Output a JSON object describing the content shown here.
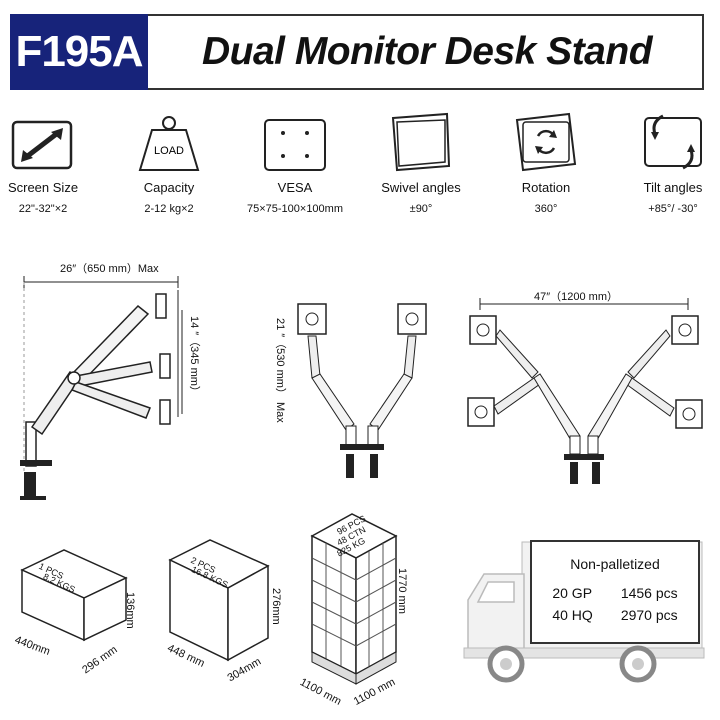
{
  "header": {
    "model": "F195A",
    "title": "Dual Monitor Desk Stand"
  },
  "specs": [
    {
      "name": "Screen Size",
      "value": "22\"-32\"×2",
      "icon": "diagonal-arrow-icon"
    },
    {
      "name": "Capacity",
      "value": "2-12 kg×2",
      "icon": "weight-icon",
      "icon_text": "LOAD"
    },
    {
      "name": "VESA",
      "value": "75×75-100×100mm",
      "icon": "vesa-plate-icon"
    },
    {
      "name": "Swivel angles",
      "value": "±90°",
      "icon": "swivel-icon"
    },
    {
      "name": "Rotation",
      "value": "360°",
      "icon": "rotation-icon"
    },
    {
      "name": "Tilt angles",
      "value": "+85°/  -30°",
      "icon": "tilt-icon"
    }
  ],
  "diagrams": {
    "side_width": "26″（650 mm）Max",
    "side_height": "14 ″（345 mm）",
    "front_height": "21 ″（530 mm） Max",
    "spread_width": "47″（1200 mm）"
  },
  "packaging": {
    "single_box": {
      "pcs": "1 PCS",
      "weight": "8.2 KGS",
      "length": "440mm",
      "width": "296 mm",
      "height": "136mm"
    },
    "double_box": {
      "pcs": "2 PCS",
      "weight": "16.8 KGS",
      "length": "448 mm",
      "width": "304mm",
      "height": "276mm"
    },
    "pallet": {
      "pcs": "96 PCS",
      "ctn": "48 CTN",
      "weight": "825 KG",
      "height": "1770 mm",
      "length": "1100 mm",
      "width": "1100 mm"
    }
  },
  "shipping": {
    "title": "Non-palletized",
    "rows": [
      {
        "container": "20 GP",
        "qty": "1456 pcs"
      },
      {
        "container": "40 HQ",
        "qty": "2970 pcs"
      }
    ]
  }
}
